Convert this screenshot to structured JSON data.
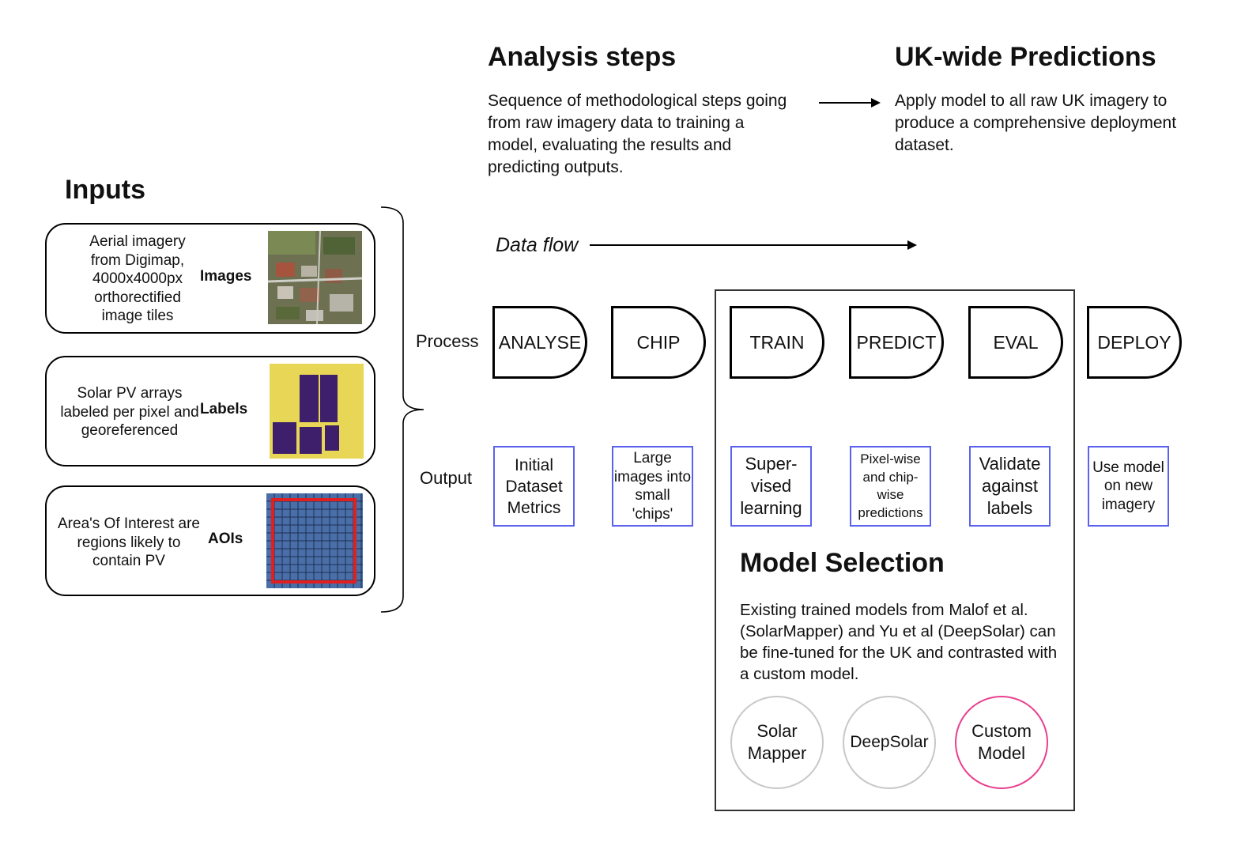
{
  "inputs": {
    "title": "Inputs",
    "items": [
      {
        "desc": "Aerial imagery from Digimap, 4000x4000px orthorectified image tiles",
        "label": "Images"
      },
      {
        "desc": "Solar PV arrays labeled per pixel and georeferenced",
        "label": "Labels"
      },
      {
        "desc": "Area's Of Interest are regions likely to contain PV",
        "label": "AOIs"
      }
    ]
  },
  "analysis": {
    "title": "Analysis steps",
    "text": "Sequence of methodological steps going from raw imagery data to training a model, evaluating the results and predicting outputs."
  },
  "predictions": {
    "title": "UK-wide Predictions",
    "text": "Apply model to all raw UK imagery to produce a comprehensive deployment dataset."
  },
  "flow": {
    "data_flow_label": "Data flow",
    "process_label": "Process",
    "output_label": "Output",
    "steps": [
      "ANALYSE",
      "CHIP",
      "TRAIN",
      "PREDICT",
      "EVAL",
      "DEPLOY"
    ],
    "outputs": [
      "Initial Dataset Metrics",
      "Large images into small 'chips'",
      "Super-vised learning",
      "Pixel-wise and chip-wise predictions",
      "Validate against labels",
      "Use model on new imagery"
    ]
  },
  "model_selection": {
    "title": "Model Selection",
    "text": "Existing trained models from Malof et al. (SolarMapper) and Yu et al (DeepSolar) can be fine-tuned for the UK and contrasted with a custom model.",
    "models": [
      "Solar Mapper",
      "DeepSolar",
      "Custom Model"
    ]
  },
  "colors": {
    "output_border": "#5b62f0",
    "custom_model_border": "#e8408f",
    "label_bg": "#e8d656",
    "label_pv": "#3e1f6b",
    "aoi_grid": "#4a6fa8",
    "aoi_outline": "#e02020"
  }
}
